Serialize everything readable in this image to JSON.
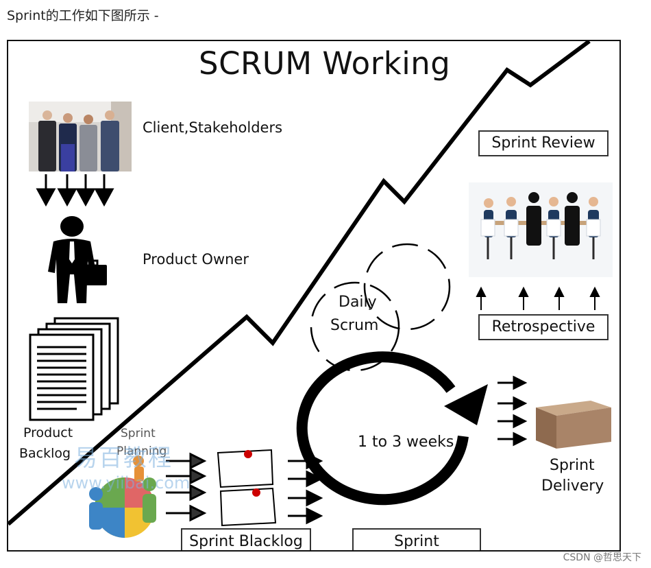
{
  "caption": "Sprint的工作如下图所示 -",
  "diagram": {
    "title": "SCRUM Working",
    "client_label": "Client,Stakeholders",
    "product_owner_label": "Product Owner",
    "product_backlog_label_line1": "Product",
    "product_backlog_label_line2": "Backlog",
    "sprint_planning_line1": "Sprint",
    "sprint_planning_line2": "Planning",
    "sprint_blacklog_label": "Sprint Blacklog",
    "daily_scrum_line1": "Daily",
    "daily_scrum_line2": "Scrum",
    "cycle_label": "1 to 3 weeks",
    "sprint_label": "Sprint",
    "sprint_review_label": "Sprint Review",
    "retrospective_label": "Retrospective",
    "sprint_delivery_line1": "Sprint",
    "sprint_delivery_line2": "Delivery"
  },
  "watermark": {
    "cn": "易百教程",
    "url": "www.yiibai.com"
  },
  "footer": {
    "credit": "CSDN @哲思天下"
  }
}
